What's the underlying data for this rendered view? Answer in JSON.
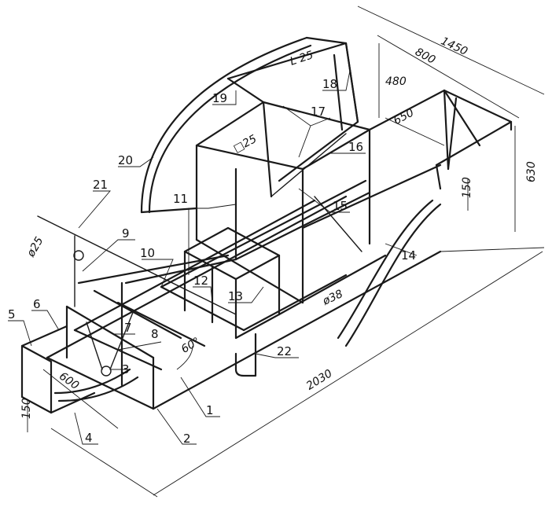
{
  "part_labels": [
    "1",
    "2",
    "3",
    "4",
    "5",
    "6",
    "7",
    "8",
    "9",
    "10",
    "11",
    "12",
    "13",
    "14",
    "15",
    "16",
    "17",
    "18",
    "19",
    "20",
    "21",
    "22"
  ],
  "dimensions": {
    "overall_length": "2030",
    "overall_width": "1450",
    "width_800": "800",
    "height_630": "630",
    "height_480": "480",
    "depth_650": "650",
    "height_150_rear": "150",
    "height_150_front": "150",
    "length_600": "600",
    "angle": "60°",
    "tube_dia_25": "ø25",
    "tube_dia_38": "ø38",
    "angle_25": "L 25",
    "square_25": "□25"
  }
}
